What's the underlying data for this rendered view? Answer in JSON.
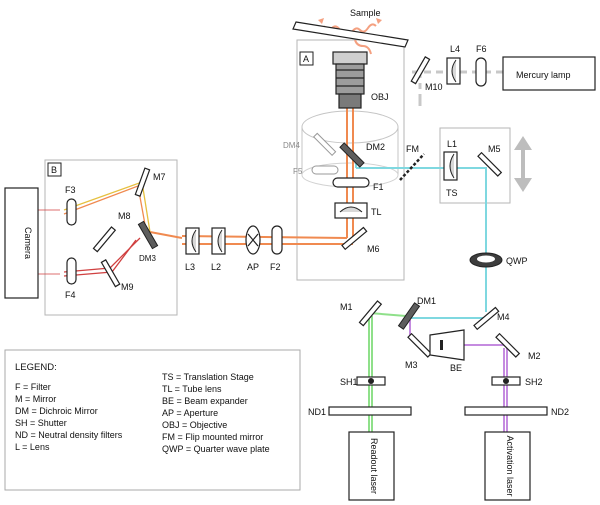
{
  "labels": {
    "sample": "Sample",
    "panel_a": "A",
    "panel_b": "B",
    "obj": "OBJ",
    "dm4": "DM4",
    "dm2": "DM2",
    "f5": "F5",
    "f1": "F1",
    "tl": "TL",
    "m6": "M6",
    "l4": "L4",
    "f6": "F6",
    "m10": "M10",
    "mercury_lamp": "Mercury lamp",
    "fm": "FM",
    "l1": "L1",
    "m5": "M5",
    "ts": "TS",
    "camera": "Camera",
    "f3": "F3",
    "f4": "F4",
    "m7": "M7",
    "m8": "M8",
    "dm3": "DM3",
    "m9": "M9",
    "l3": "L3",
    "l2": "L2",
    "ap": "AP",
    "f2": "F2",
    "qwp": "QWP",
    "m1": "M1",
    "dm1": "DM1",
    "m4": "M4",
    "m3": "M3",
    "be": "BE",
    "m2": "M2",
    "sh1": "SH1",
    "sh2": "SH2",
    "nd1": "ND1",
    "nd2": "ND2",
    "readout_laser": "Readout laser",
    "activation_laser": "Activation laser"
  },
  "legend": {
    "title": "LEGEND:",
    "left": [
      "F = Filter",
      "M = Mirror",
      "DM = Dichroic Mirror",
      "SH = Shutter",
      "ND = Neutral density filters",
      "L = Lens"
    ],
    "right": [
      "TS = Translation Stage",
      "TL = Tube lens",
      "BE = Beam expander",
      "AP = Aperture",
      "OBJ = Objective",
      "FM = Flip mounted mirror",
      "QWP = Quarter wave plate"
    ]
  },
  "colors": {
    "cyan_beam": "#7fd8e0",
    "green_beam": "#8fe08a",
    "violet_beam": "#c58be0",
    "orange_beam": "#f08a50",
    "yellow_beam": "#e6c040",
    "red_beam": "#d04040",
    "panel_border": "#b5b5b5",
    "lamp_path": "#c8c8c8"
  }
}
